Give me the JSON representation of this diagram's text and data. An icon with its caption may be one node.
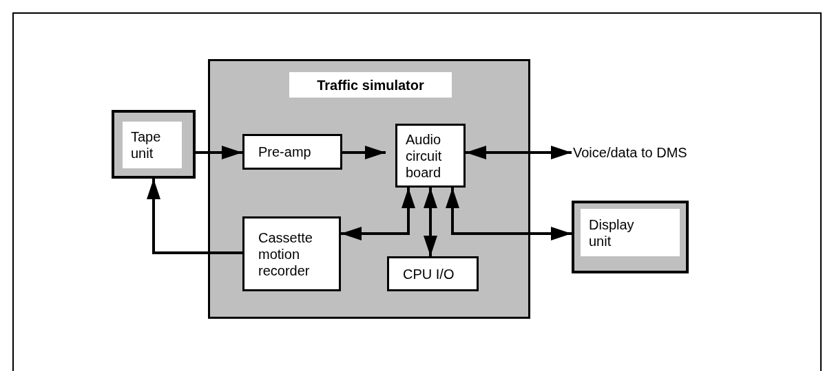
{
  "diagram": {
    "nodes": [
      {
        "text": [
          "Traffic simulator"
        ]
      },
      {
        "text": [
          "Tape unit"
        ]
      },
      {
        "text": [
          "Pre-amp"
        ],
        "in": 0
      },
      {
        "text": [
          "Audio circuit board"
        ],
        "in": 0
      },
      {
        "text": [
          "Voice/data to DMS"
        ]
      },
      {
        "text": [
          "Cassette motion recorder"
        ],
        "in": 0
      },
      {
        "text": [
          "CPU I/O"
        ],
        "in": 0
      },
      {
        "text": [
          "Display unit"
        ]
      }
    ],
    "edges": [
      {
        "from": 1,
        "to": 2,
        "arrow": "to"
      },
      {
        "from": 2,
        "to": 3,
        "arrow": "to"
      },
      {
        "from": 3,
        "to": 4,
        "arrow": "both"
      },
      {
        "from": 3,
        "to": 5,
        "arrow": "both"
      },
      {
        "from": 5,
        "to": 1,
        "arrow": "to"
      },
      {
        "from": 3,
        "to": 6,
        "arrow": "both"
      },
      {
        "from": 3,
        "to": 7,
        "arrow": "both"
      }
    ]
  }
}
